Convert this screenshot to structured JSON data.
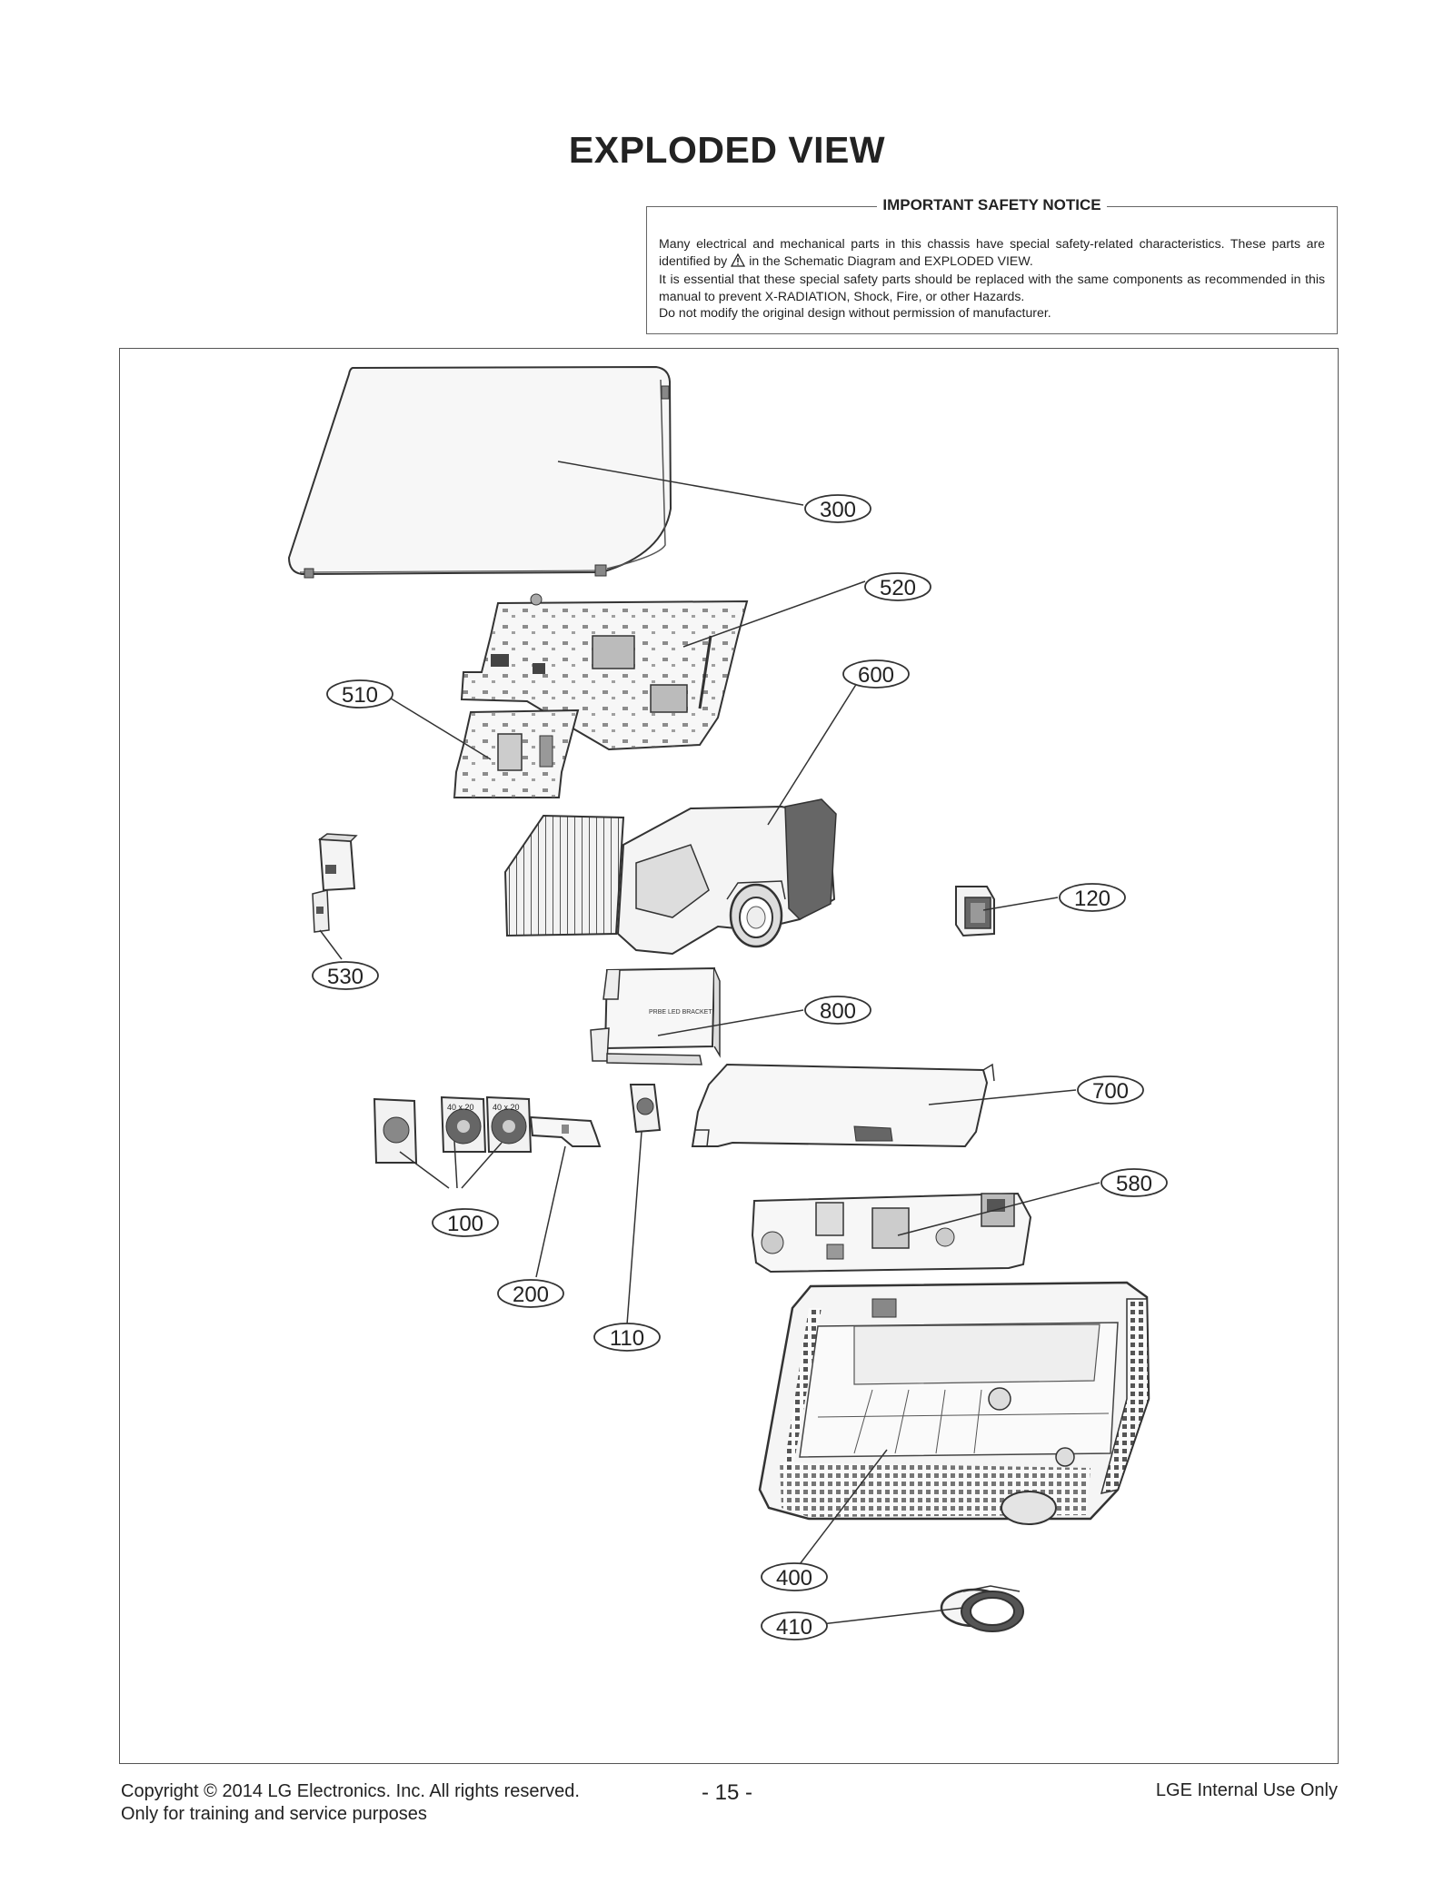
{
  "page": {
    "title": "EXPLODED VIEW"
  },
  "notice": {
    "title": "IMPORTANT SAFETY NOTICE",
    "line1_before_icon": "Many electrical and mechanical parts in this chassis have special safety-related characteristics. These parts are identified by",
    "line1_after_icon": "in the Schematic Diagram and EXPLODED VIEW.",
    "line2": "It is essential that these special safety parts should be replaced with the same components as recommended in this manual to prevent X-RADIATION, Shock, Fire, or other Hazards.",
    "line3": "Do not modify the original design without permission of manufacturer."
  },
  "parts": {
    "callouts": [
      "300",
      "520",
      "510",
      "600",
      "530",
      "120",
      "800",
      "700",
      "580",
      "100",
      "200",
      "110",
      "400",
      "410"
    ]
  },
  "stamps": {
    "bracket_label": "PRBE LED BRACKET",
    "fan_a": "40 x 20",
    "fan_b": "40 x 20"
  },
  "footer": {
    "copyright": "Copyright  © 2014  LG Electronics. Inc. All rights reserved.",
    "purpose": "Only for training and service purposes",
    "page_number": "- 15 -",
    "internal": "LGE Internal Use Only"
  },
  "colors": {
    "line": "#333333",
    "part_fill": "#f4f4f4",
    "part_dark": "#555555"
  }
}
